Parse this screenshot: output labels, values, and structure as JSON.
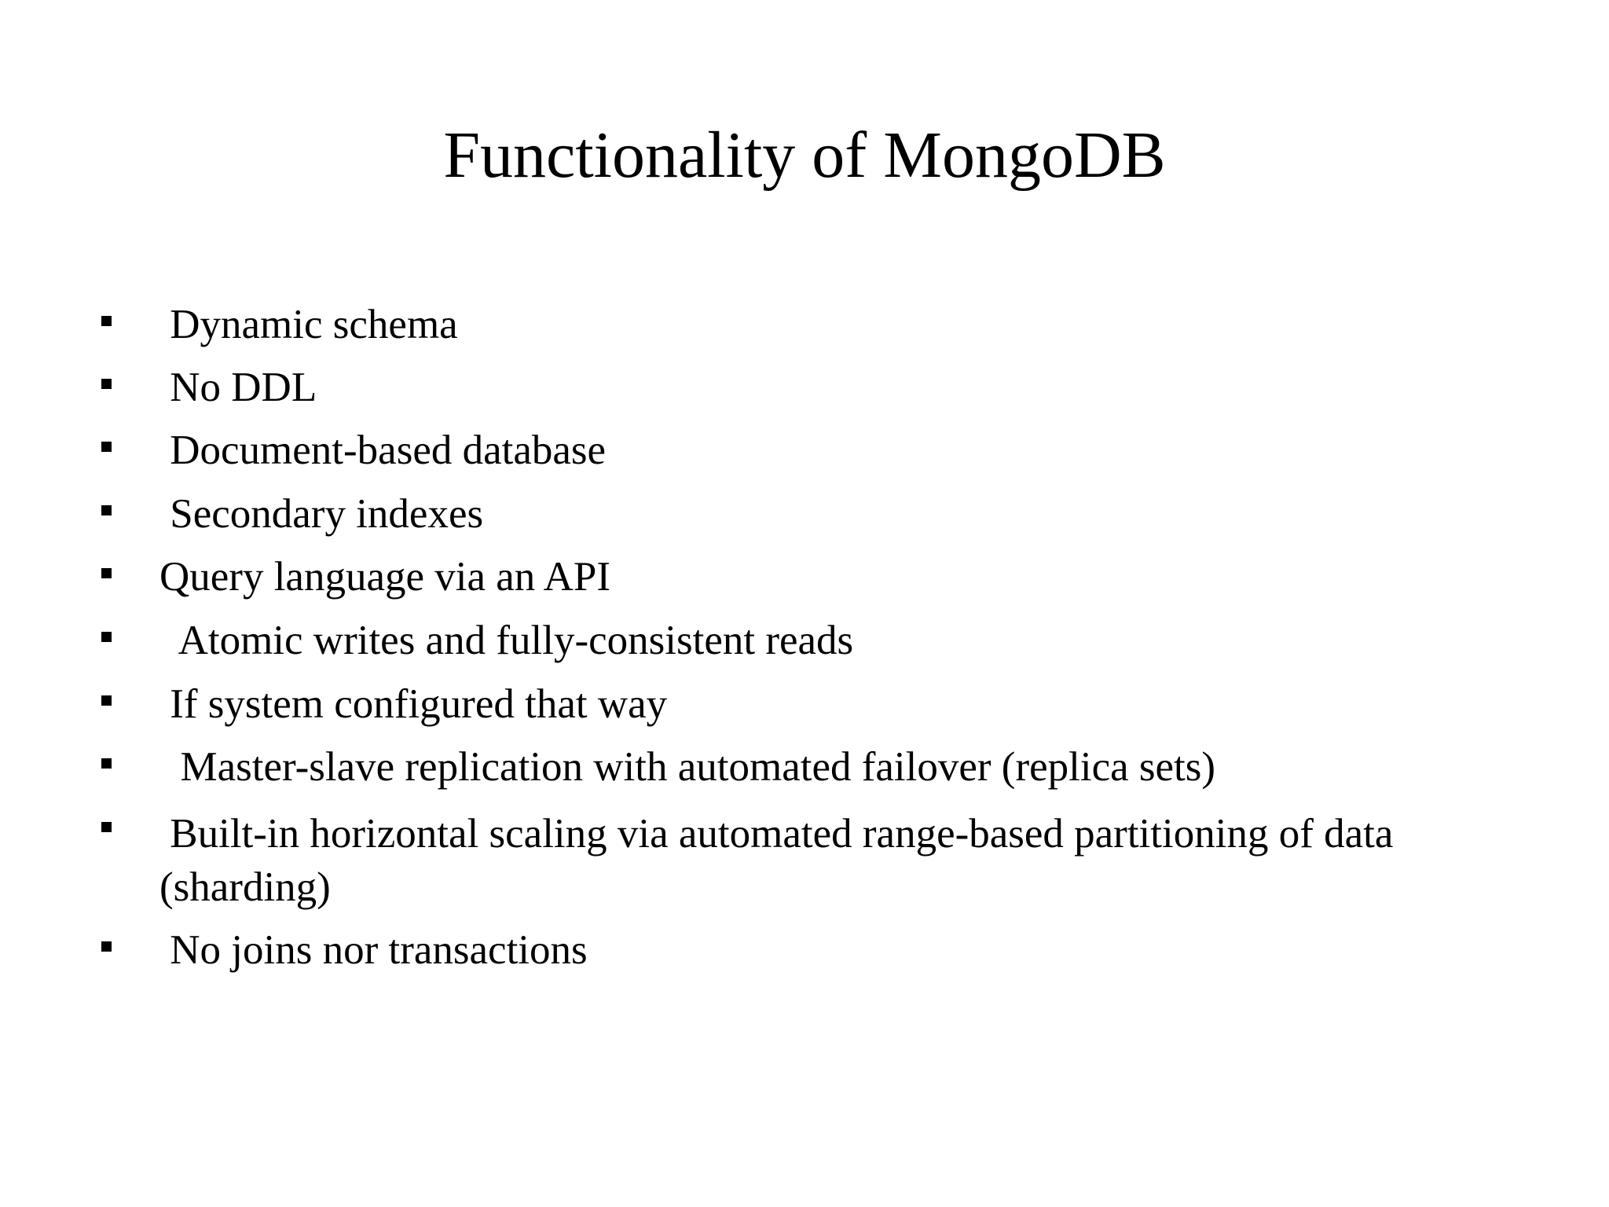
{
  "slide": {
    "title": "Functionality of MongoDB",
    "bullets": [
      {
        "text": " Dynamic schema"
      },
      {
        "text": " No DDL"
      },
      {
        "text": " Document-based database"
      },
      {
        "text": " Secondary indexes"
      },
      {
        "text": "Query language via an API"
      },
      {
        "text": "  Atomic writes and fully-consistent reads"
      },
      {
        "text": " If system configured that way"
      },
      {
        "text": "  Master-slave replication with automated failover (replica sets)"
      },
      {
        "text": " Built-in horizontal scaling via automated range-based partitioning of data (sharding)"
      },
      {
        "text": " No joins nor transactions"
      }
    ]
  }
}
